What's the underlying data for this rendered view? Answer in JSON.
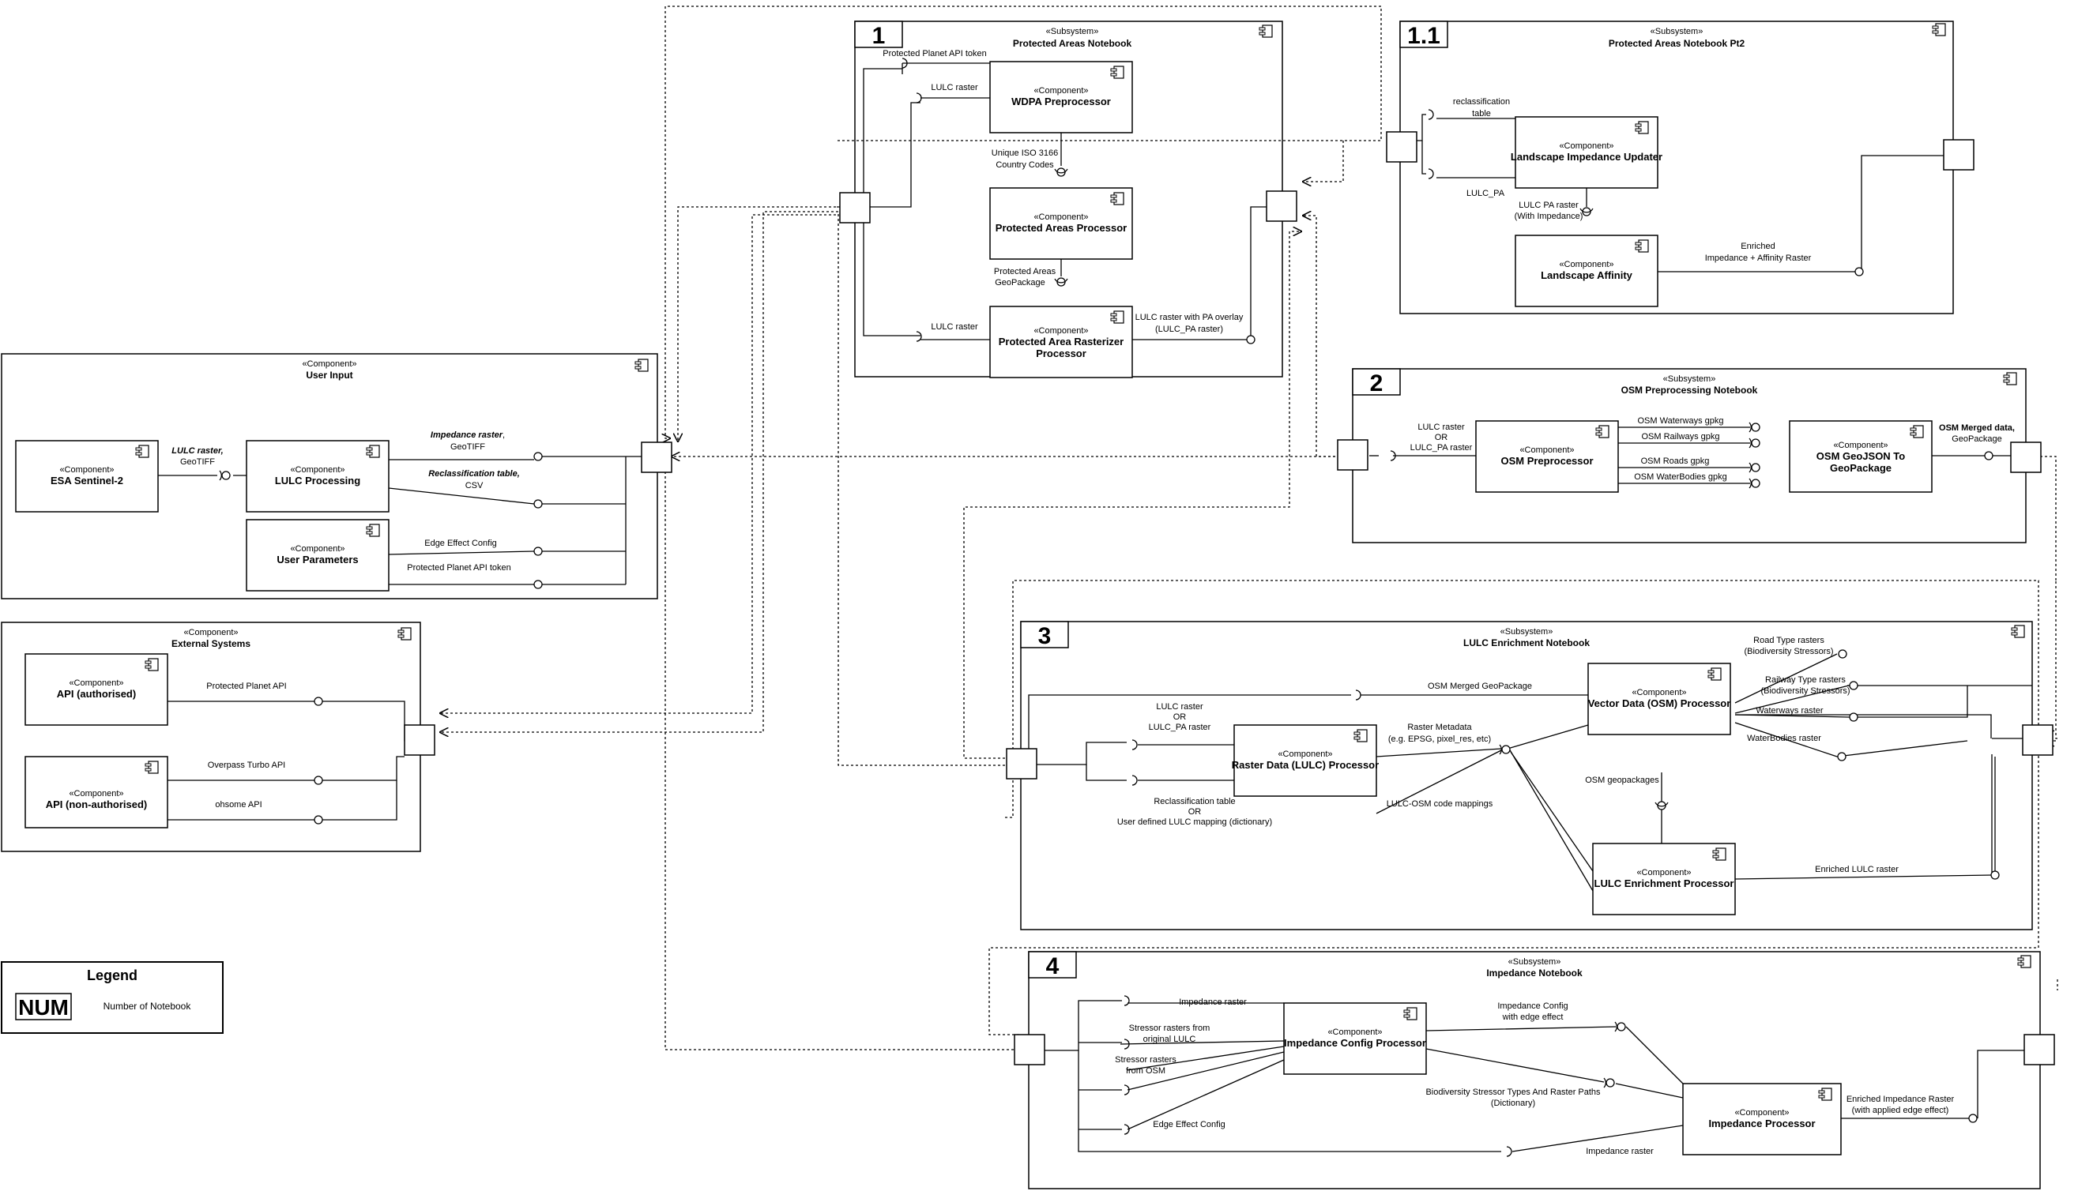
{
  "subsystems": {
    "s1": {
      "num": "1",
      "stereotype": "«Subsystem»",
      "name": "Protected Areas Notebook"
    },
    "s11": {
      "num": "1.1",
      "stereotype": "«Subsystem»",
      "name": "Protected Areas Notebook Pt2"
    },
    "s2": {
      "num": "2",
      "stereotype": "«Subsystem»",
      "name": "OSM Preprocessing Notebook"
    },
    "s3": {
      "num": "3",
      "stereotype": "«Subsystem»",
      "name": "LULC Enrichment Notebook"
    },
    "s4": {
      "num": "4",
      "stereotype": "«Subsystem»",
      "name": "Impedance Notebook"
    }
  },
  "containers": {
    "user_input": {
      "stereotype": "«Component»",
      "name": "User Input"
    },
    "external": {
      "stereotype": "«Component»",
      "name": "External Systems"
    }
  },
  "components": {
    "stereotype": "«Component»",
    "wdpa": "WDPA Preprocessor",
    "pa_proc": "Protected Areas Processor",
    "pa_rast1": "Protected Area Rasterizer",
    "pa_rast2": "Processor",
    "lip": "Landscape Impedance Updater",
    "la": "Landscape Affinity",
    "osm_pre": "OSM Preprocessor",
    "osm_geo1": "OSM GeoJSON To",
    "osm_geo2": "GeoPackage",
    "esa": "ESA Sentinel-2",
    "lulc_proc": "LULC Processing",
    "user_params": "User Parameters",
    "api_auth": "API (authorised)",
    "api_non": "API (non-authorised)",
    "vector": "Vector Data (OSM) Processor",
    "raster": "Raster Data (LULC) Processor",
    "enrich": "LULC Enrichment Processor",
    "imp_cfg": "Impedance Config Processor",
    "imp_proc": "Impedance Processor"
  },
  "labels": {
    "s1_token": "Protected Planet API token",
    "s1_lulc_top": "LULC raster",
    "s1_iso1": "Unique ISO 3166",
    "s1_iso2": "Country Codes",
    "s1_gpkg1": "Protected Areas",
    "s1_gpkg2": "GeoPackage",
    "s1_lulc_bot": "LULC raster",
    "s1_overlay1": "LULC raster with PA overlay",
    "s1_overlay2": "(LULC_PA raster)",
    "s11_recl1": "reclassification",
    "s11_recl2": "table",
    "s11_lulcpa": "LULC_PA",
    "s11_pa1": "LULC PA raster",
    "s11_pa2": "(With Impedance)",
    "s11_enr1": "Enriched",
    "s11_enr2": "Impedance + Affinity Raster",
    "s2_in1": "LULC raster",
    "s2_in2": "OR",
    "s2_in3": "LULC_PA raster",
    "s2_ww": "OSM Waterways gpkg",
    "s2_rw": "OSM Railways gpkg",
    "s2_rd": "OSM Roads gpkg",
    "s2_wb": "OSM WaterBodies gpkg",
    "s2_out1": "OSM Merged data,",
    "s2_out2": "GeoPackage",
    "ui_lulc1": "LULC raster,",
    "ui_lulc2": "GeoTIFF",
    "ui_imp1": "Impedance raster",
    "ui_imp1b": ",",
    "ui_imp2": "GeoTIFF",
    "ui_recl1": "Reclassification table,",
    "ui_recl2": "CSV",
    "ui_edge": "Edge Effect Config",
    "ui_token": "Protected Planet API token",
    "ext_pp": "Protected Planet API",
    "ext_op": "Overpass Turbo API",
    "ext_oh": "ohsome API",
    "s3_merged": "OSM Merged GeoPackage",
    "s3_lulc1": "LULC raster",
    "s3_lulc2": "OR",
    "s3_lulc3": "LULC_PA raster",
    "s3_recl1": "Reclassification table",
    "s3_recl2": "OR",
    "s3_recl3": "User defined LULC mapping (dictionary)",
    "s3_meta1": "Raster Metadata",
    "s3_meta2": "(e.g. EPSG, pixel_res, etc)",
    "s3_codemap": "LULC-OSM code mappings",
    "s3_osmg": "OSM geopackages",
    "s3_road1": "Road Type rasters",
    "s3_road2": "(Biodiversity Stressors)",
    "s3_rail1": "Railway Type rasters",
    "s3_rail2": "(Biodiversity Stressors)",
    "s3_ww": "Waterways raster",
    "s3_wb": "WaterBodies raster",
    "s3_enr": "Enriched LULC raster",
    "s4_imp": "Impedance raster",
    "s4_str1": "Stressor rasters from",
    "s4_str2": "original LULC",
    "s4_osm1": "Stressor rasters",
    "s4_osm2": "from OSM",
    "s4_edge": "Edge Effect Config",
    "s4_cfg1": "Impedance Config",
    "s4_cfg2": "with edge effect",
    "s4_bio1": "Biodiversity Stressor Types And Raster Paths",
    "s4_bio2": "(Dictionary)",
    "s4_out1": "Enriched Impedance Raster",
    "s4_out2": "(with applied edge effect)",
    "s4_imp2": "Impedance raster"
  },
  "legend": {
    "title": "Legend",
    "num": "NUM",
    "desc": "Number of Notebook"
  }
}
